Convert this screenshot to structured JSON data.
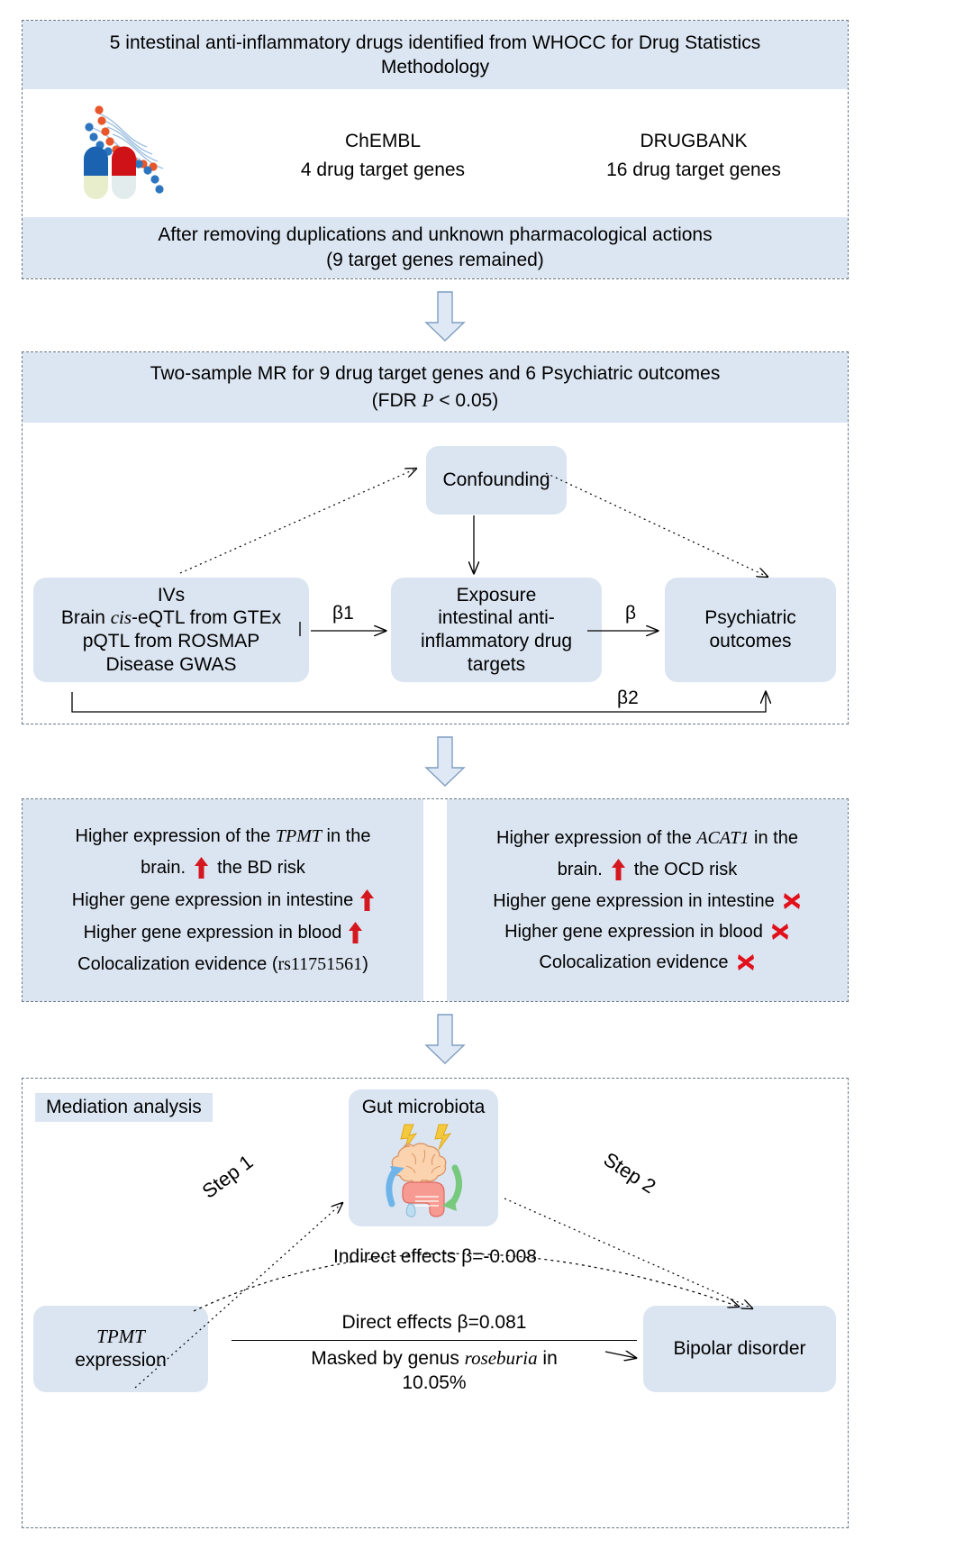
{
  "panel1": {
    "header": "5 intestinal anti-inflammatory drugs identified from WHOCC for Drug Statistics Methodology",
    "icon": "dna-pills-icon",
    "sources": [
      {
        "name": "ChEMBL",
        "count_text": "4 drug target genes"
      },
      {
        "name": "DRUGBANK",
        "count_text": "16 drug target genes"
      }
    ],
    "footer_line1": "After removing duplications and unknown pharmacological actions",
    "footer_line2": "(9 target genes remained)"
  },
  "panel2": {
    "header_line1": "Two-sample MR for 9 drug target genes and 6 Psychiatric outcomes",
    "header_line2_pre": "(FDR ",
    "header_line2_ital": "P",
    "header_line2_post": " < 0.05)",
    "confounding": "Confounding",
    "ivs": {
      "title": "IVs",
      "line2_pre": "Brain ",
      "line2_ital": "cis",
      "line2_post": "-eQTL from GTEx",
      "line3": "pQTL from ROSMAP",
      "line4": "Disease GWAS"
    },
    "exposure_line1": "Exposure",
    "exposure_line2": "intestinal anti-",
    "exposure_line3": "inflammatory drug",
    "exposure_line4": "targets",
    "outcome_line1": "Psychiatric",
    "outcome_line2": "outcomes",
    "beta1": "β1",
    "beta": "β",
    "beta2": "β2"
  },
  "panel3": {
    "left": {
      "line1_pre": "Higher expression of the ",
      "line1_gene": "TPMT",
      "line1_post": " in the",
      "line2_pre": "brain.",
      "line2_post": "the BD risk",
      "line3": "Higher gene expression in intestine",
      "line4": "Higher gene expression in blood",
      "line5_pre": "Colocalization evidence (",
      "line5_rs": "rs11751561",
      "line5_post": ")",
      "mark3": "up-arrow-icon",
      "mark4": "up-arrow-icon"
    },
    "right": {
      "line1_pre": "Higher expression of the ",
      "line1_gene": "ACAT1",
      "line1_post": " in the",
      "line2_pre": "brain.",
      "line2_post": "the OCD risk",
      "line3": "Higher gene expression in intestine",
      "line4": "Higher gene expression in blood",
      "line5": "Colocalization evidence",
      "mark3": "red-cross-icon",
      "mark4": "red-cross-icon",
      "mark5": "red-cross-icon"
    }
  },
  "panel4": {
    "title": "Mediation analysis",
    "microbiota_label": "Gut microbiota",
    "microbiota_icon": "gut-brain-axis-icon",
    "step1": "Step 1",
    "step2": "Step 2",
    "indirect": "Indirect effects β=-0.008",
    "direct": "Direct effects β=0.081",
    "masked_pre": "Masked by genus ",
    "masked_ital": "roseburia",
    "masked_post": " in",
    "masked_pct": "10.05%",
    "tpmt_gene": "TPMT",
    "tpmt_sub": "expression",
    "bipolar": "Bipolar disorder"
  },
  "colors": {
    "band": "#dce6f2",
    "box": "#dbe5f1",
    "dash_border": "#6a7a86",
    "red": "#d5181f",
    "fat_arrow_fill": "#dfe9f5",
    "fat_arrow_stroke": "#7f9dc0"
  }
}
